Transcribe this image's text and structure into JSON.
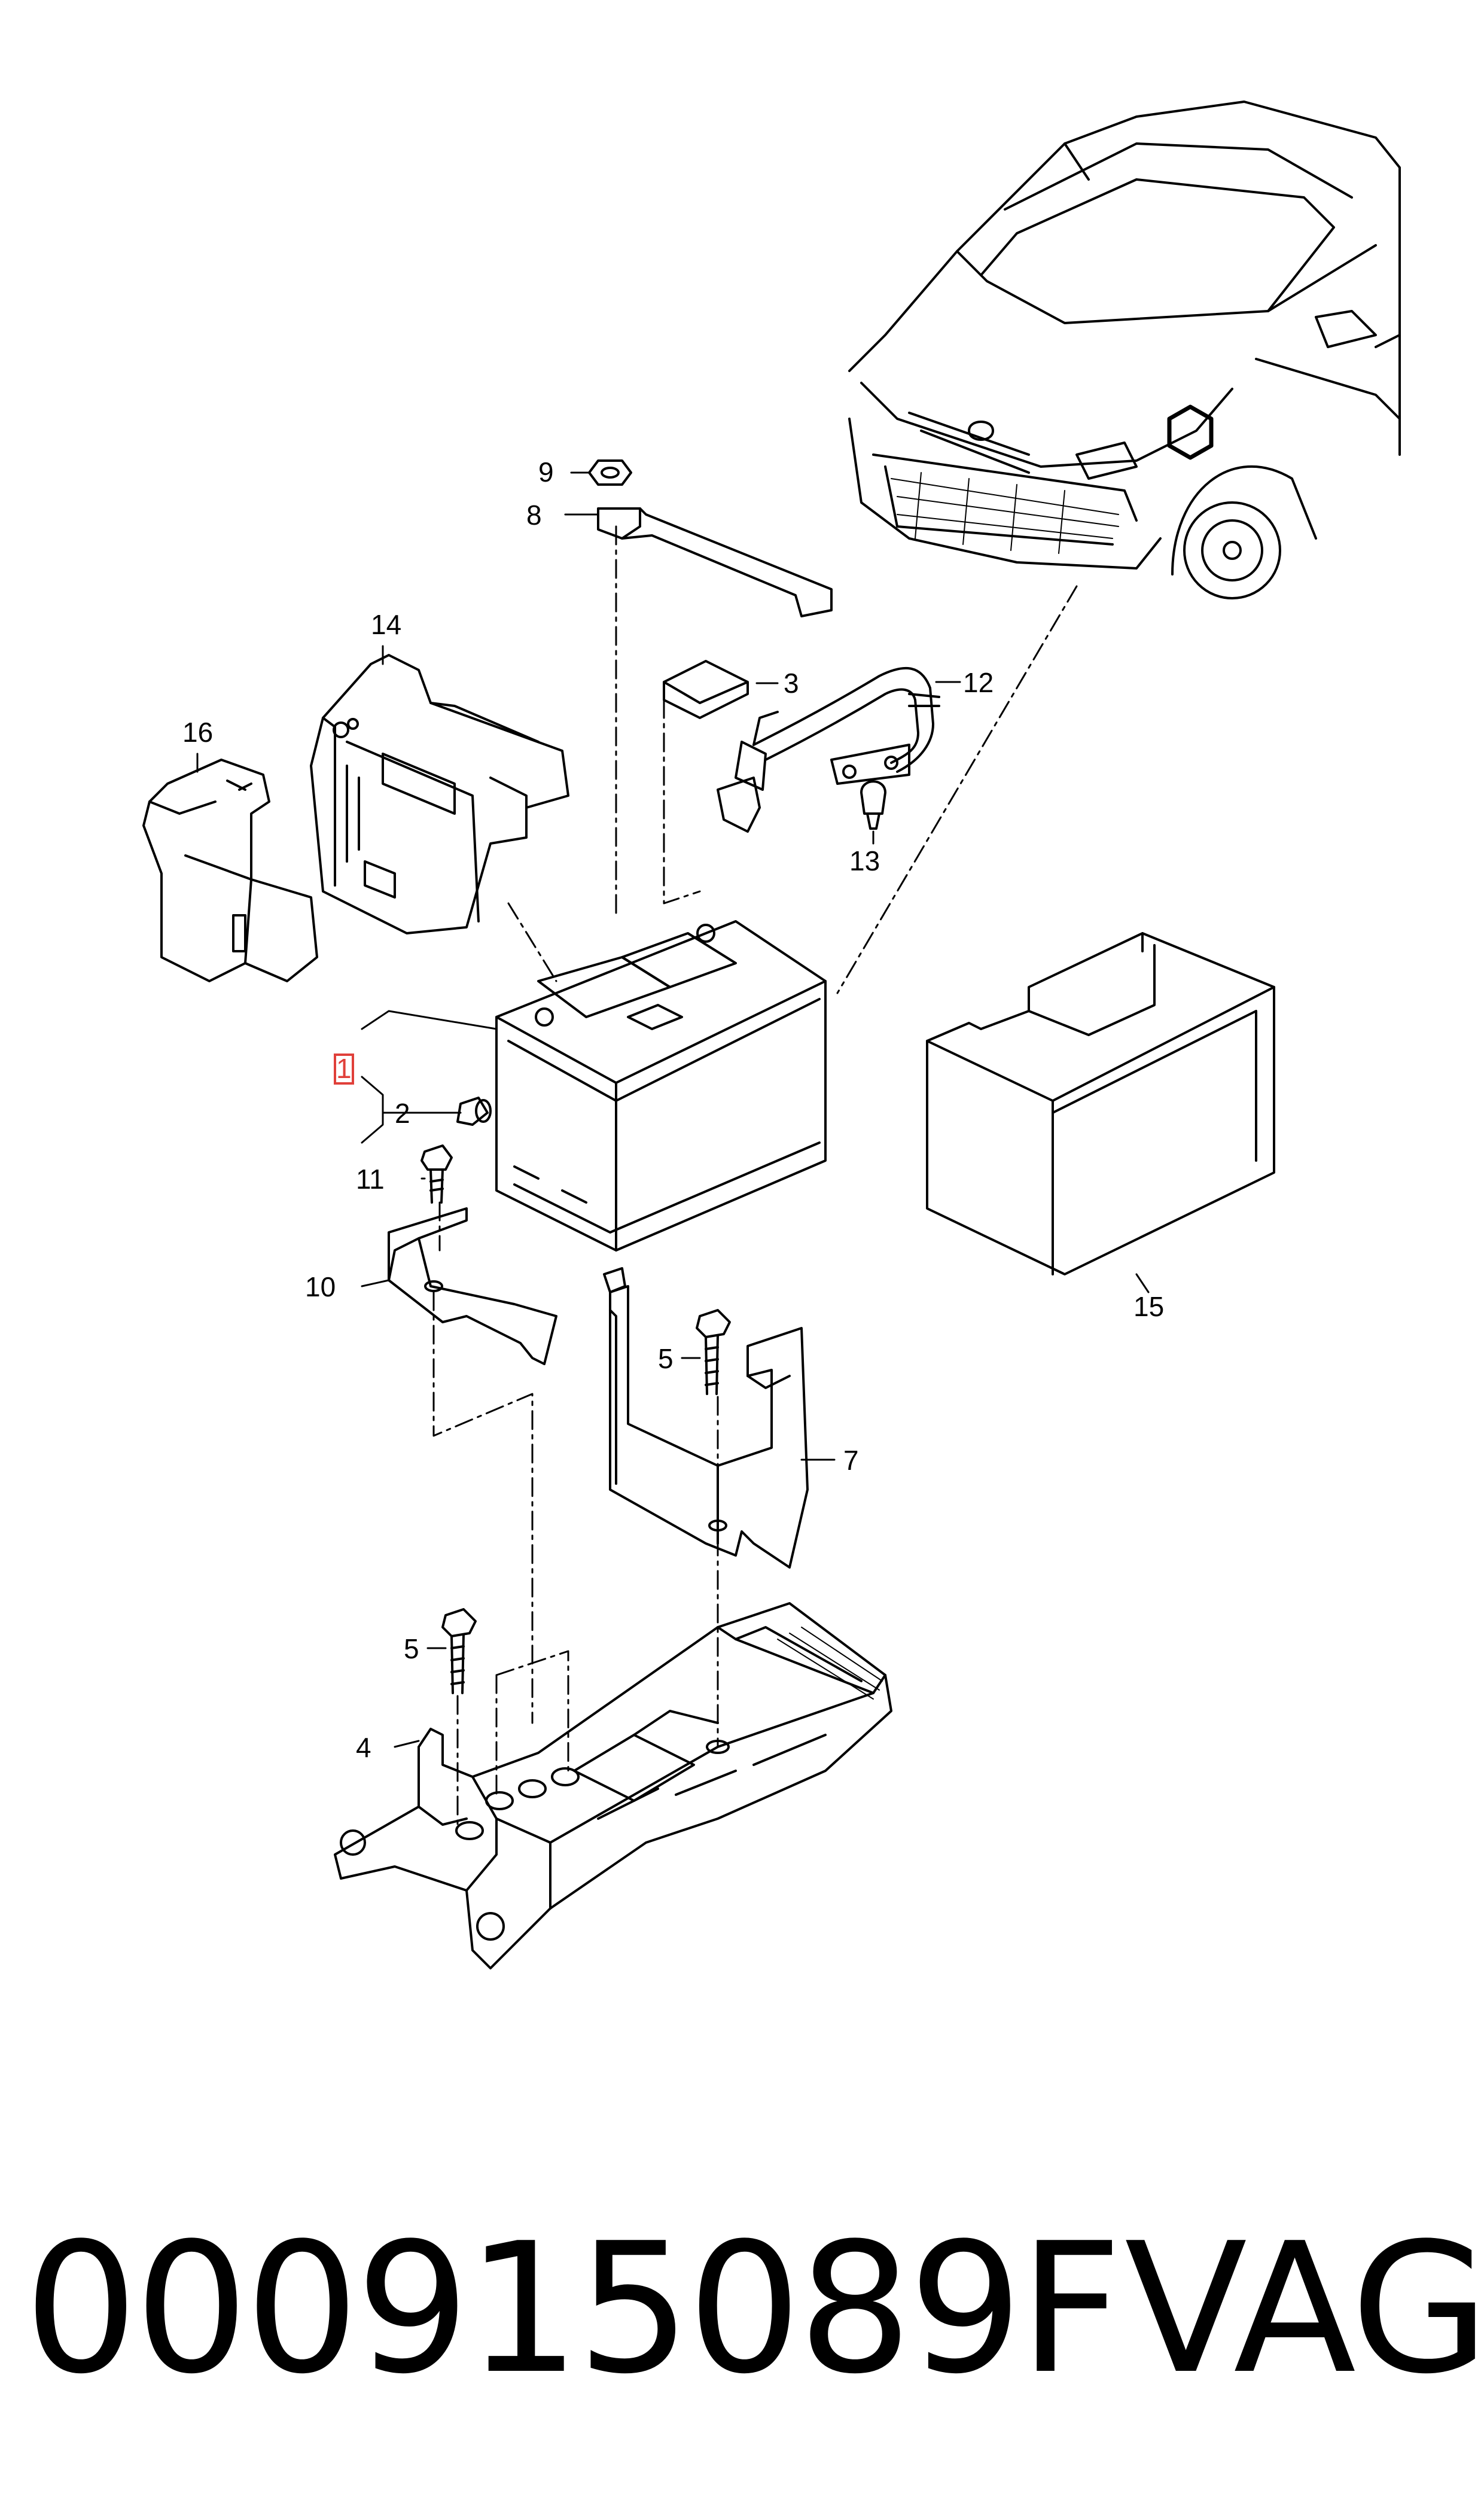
{
  "callouts": {
    "c1": "1",
    "c2": "2",
    "c3": "3",
    "c4": "4",
    "c5a": "5",
    "c5b": "5",
    "c7": "7",
    "c8": "8",
    "c9": "9",
    "c10": "10",
    "c11": "11",
    "c12": "12",
    "c13": "13",
    "c14": "14",
    "c15": "15",
    "c16": "16"
  },
  "footer": {
    "part_number": "000915089F",
    "brand": "VAG"
  },
  "colors": {
    "line": "#000000",
    "highlight_box": "#e0403a",
    "background": "#ffffff"
  },
  "icons": {
    "location_marker": "hexagon-icon"
  }
}
